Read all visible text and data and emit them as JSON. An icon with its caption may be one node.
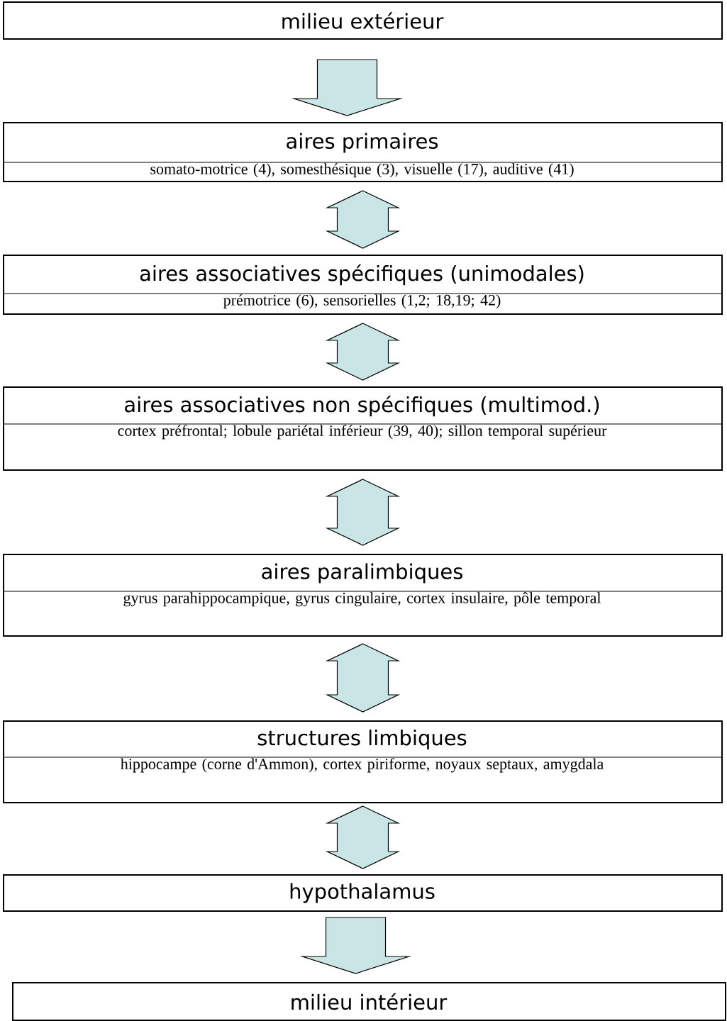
{
  "diagram": {
    "nodes": [
      {
        "text": [
          "milieu  extérieur"
        ]
      },
      {
        "text": [
          "aires  primaires",
          "somato-motrice (4), somesthésique (3), visuelle (17), auditive (41)"
        ]
      },
      {
        "text": [
          "aires  associatives  spécifiques  (unimodales)",
          "prémotrice (6), sensorielles (1,2; 18,19; 42)"
        ]
      },
      {
        "text": [
          "aires  associatives  non  spécifiques  (multimod.)",
          "cortex préfrontal; lobule pariétal inférieur (39, 40); sillon temporal supérieur"
        ]
      },
      {
        "text": [
          "aires  paralimbiques",
          "gyrus parahippocampique, gyrus cingulaire, cortex insulaire, pôle temporal"
        ]
      },
      {
        "text": [
          "structures  limbiques",
          "hippocampe (corne d'Ammon), cortex piriforme, noyaux septaux, amygdala"
        ]
      },
      {
        "text": [
          "hypothalamus"
        ]
      },
      {
        "text": [
          "milieu  intérieur"
        ]
      }
    ],
    "edges": [
      {
        "from": 0,
        "to": 1,
        "arrow": "to"
      },
      {
        "from": 1,
        "to": 2,
        "arrow": "both"
      },
      {
        "from": 2,
        "to": 3,
        "arrow": "both"
      },
      {
        "from": 3,
        "to": 4,
        "arrow": "both"
      },
      {
        "from": 4,
        "to": 5,
        "arrow": "both"
      },
      {
        "from": 5,
        "to": 6,
        "arrow": "both"
      },
      {
        "from": 6,
        "to": 7,
        "arrow": "to"
      }
    ]
  }
}
